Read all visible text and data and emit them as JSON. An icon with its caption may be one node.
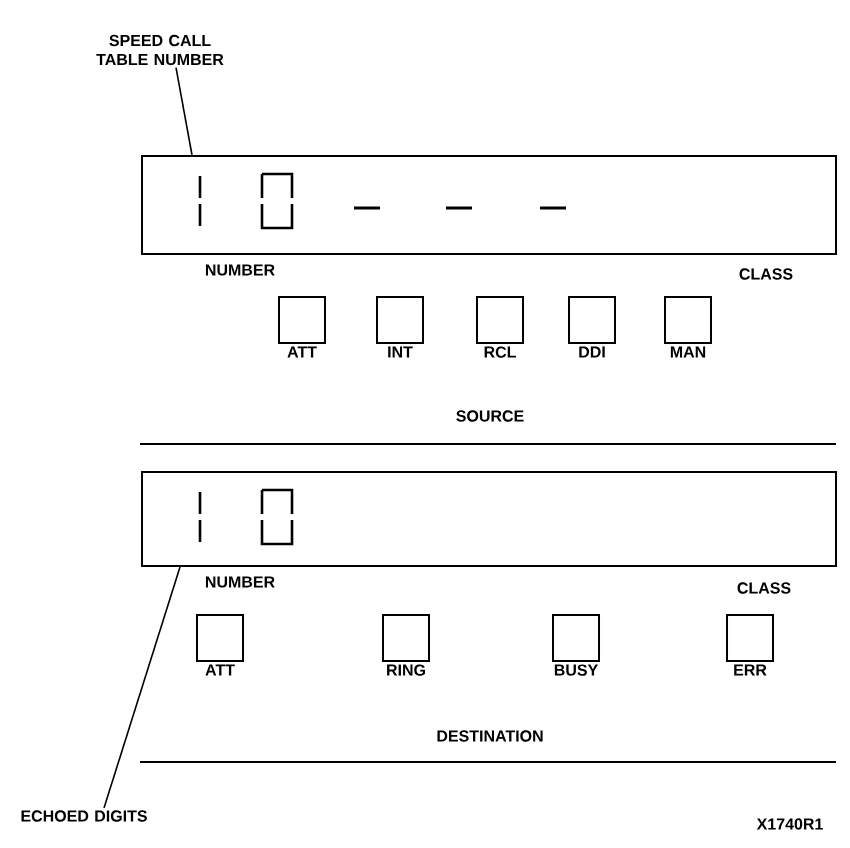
{
  "diagram": {
    "nodes": [
      {
        "text": [],
        "shape": "box"
      },
      {
        "text": [
          "SPEED CALL TABLE NUMBER"
        ]
      },
      {
        "text": [
          "ATT"
        ]
      },
      {
        "text": [
          "INT"
        ]
      },
      {
        "text": [
          "RCL"
        ]
      },
      {
        "text": [
          "DDI"
        ]
      },
      {
        "text": [
          "MAN"
        ]
      },
      {
        "text": [],
        "shape": "box"
      },
      {
        "text": [
          "ECHOED DIGITS"
        ]
      },
      {
        "text": [
          "ATT"
        ]
      },
      {
        "text": [
          "RING"
        ]
      },
      {
        "text": [
          "BUSY"
        ]
      },
      {
        "text": [
          "ERR"
        ]
      }
    ],
    "edges": [
      {
        "from": 1,
        "to": 0,
        "arrow": "none"
      },
      {
        "from": 8,
        "to": 7,
        "arrow": "none"
      }
    ],
    "labels": [
      "NUMBER",
      "CLASS",
      "SOURCE",
      "NUMBER",
      "CLASS",
      "DESTINATION",
      "X1740R1"
    ]
  }
}
